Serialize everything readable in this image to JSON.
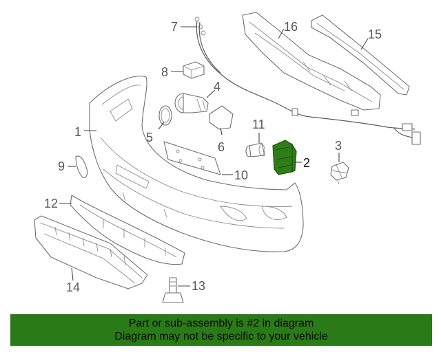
{
  "diagram": {
    "highlight_color": "#2e7d16",
    "highlighted_part": "2",
    "callouts": {
      "c1": "1",
      "c2": "2",
      "c3": "3",
      "c4": "4",
      "c5": "5",
      "c6": "6",
      "c7": "7",
      "c8": "8",
      "c9": "9",
      "c10": "10",
      "c11": "11",
      "c12": "12",
      "c13": "13",
      "c14": "14",
      "c15": "15",
      "c16": "16"
    }
  },
  "banner": {
    "line1": "Part or sub-assembly is #2 in diagram",
    "line2": "Diagram may not be specific to your vehicle",
    "background": "#2a7b17"
  }
}
